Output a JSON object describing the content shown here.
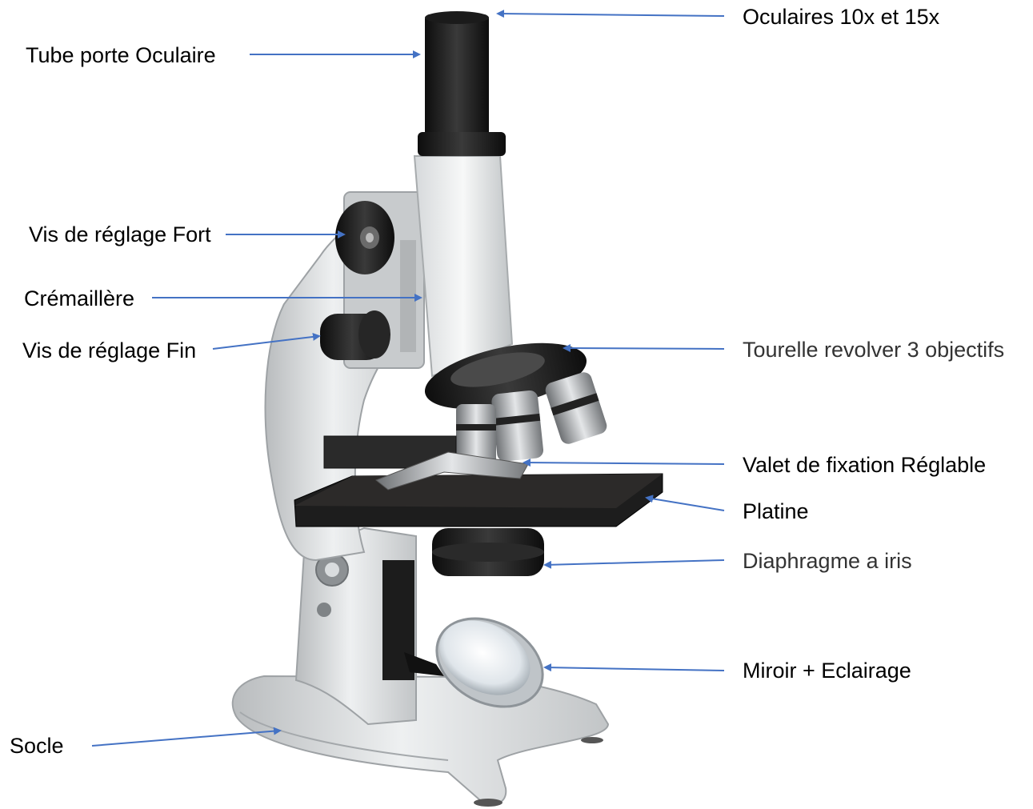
{
  "title": "",
  "accent_color": "#4472C4",
  "labels": {
    "oculaires": "Oculaires 10x et 15x",
    "tube": "Tube porte Oculaire",
    "vis_fort": "Vis de réglage Fort",
    "cremaillere": "Crémaillère",
    "vis_fin": "Vis de réglage Fin",
    "tourelle": "Tourelle revolver 3 objectifs",
    "valet": "Valet de fixation Réglable",
    "platine": "Platine",
    "diaphragme": "Diaphragme a iris",
    "miroir": "Miroir + Eclairage",
    "socle": "Socle"
  }
}
